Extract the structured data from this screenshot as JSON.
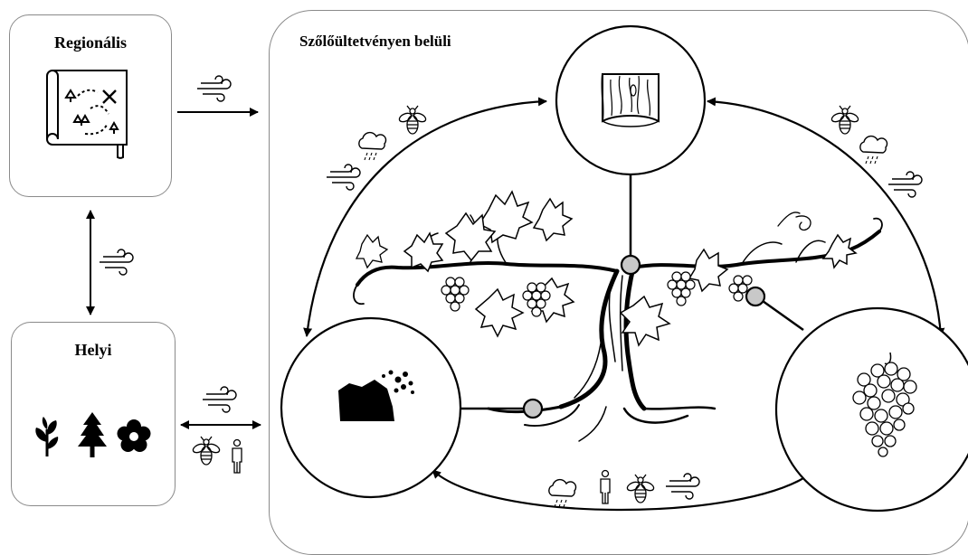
{
  "regional": {
    "title": "Regionális"
  },
  "local": {
    "title": "Helyi"
  },
  "vineyard": {
    "title": "Szőlőültetvényen belüli"
  },
  "icons": {
    "regional": "map-icon",
    "local": [
      "plant-icon",
      "tree-icon",
      "flower-icon"
    ],
    "nodes": [
      "wood-icon",
      "soil-icon",
      "grapes-icon"
    ],
    "vectors": [
      "wind-icon",
      "bee-icon",
      "rain-cloud-icon",
      "person-icon"
    ],
    "center": "grapevine-illustration"
  },
  "colors": {
    "stroke": "#000000",
    "box_border": "#8a8a8a",
    "junction_fill": "#c8c8c8"
  }
}
